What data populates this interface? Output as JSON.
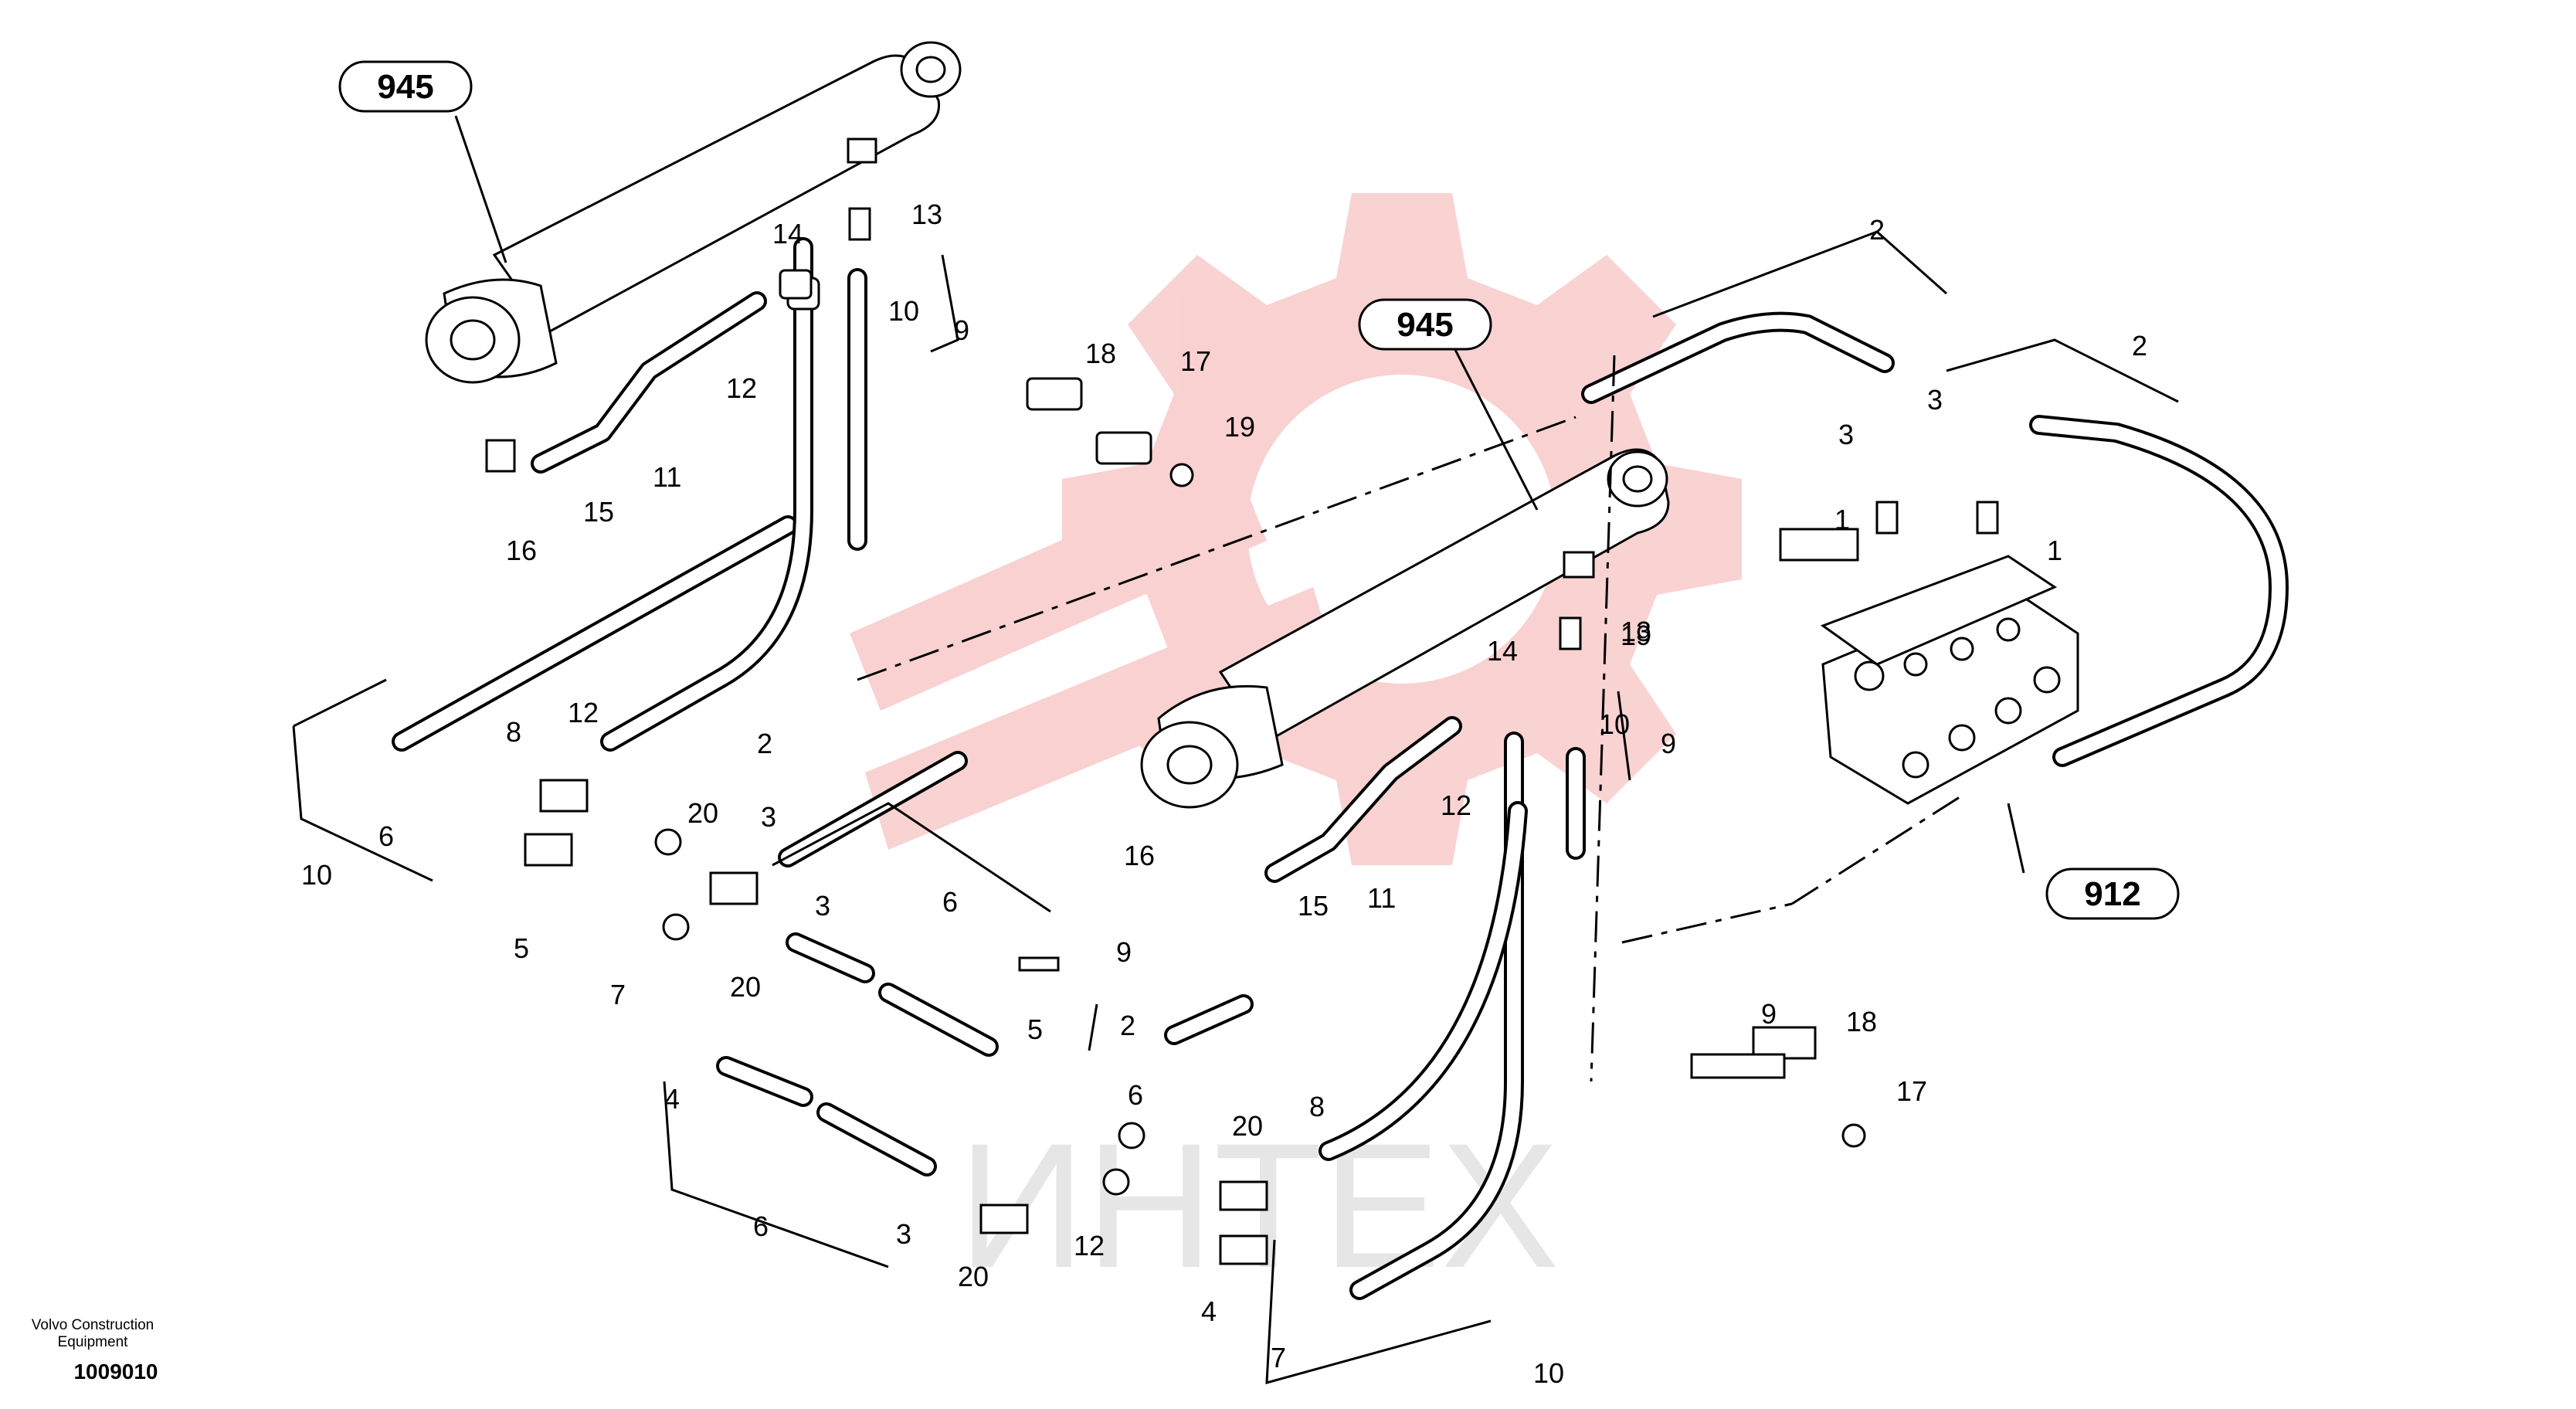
{
  "watermark": {
    "text": "ИНТЕХ",
    "color": "#f7c8c8"
  },
  "callouts_boxed": [
    "945",
    "945",
    "912"
  ],
  "labels": [
    "13",
    "14",
    "10",
    "9",
    "12",
    "11",
    "15",
    "16",
    "18",
    "17",
    "19",
    "2",
    "3",
    "1",
    "2",
    "3",
    "1",
    "13",
    "14",
    "10",
    "9",
    "12",
    "11",
    "15",
    "16",
    "2",
    "3",
    "8",
    "12",
    "20",
    "3",
    "6",
    "5",
    "7",
    "20",
    "4",
    "6",
    "5",
    "6",
    "10",
    "9",
    "2",
    "3",
    "6",
    "20",
    "8",
    "12",
    "20",
    "4",
    "7",
    "10",
    "9",
    "18",
    "17",
    "19",
    "13"
  ],
  "footer": {
    "company_line1": "Volvo Construction",
    "company_line2": "Equipment",
    "figure_number": "1009010"
  }
}
